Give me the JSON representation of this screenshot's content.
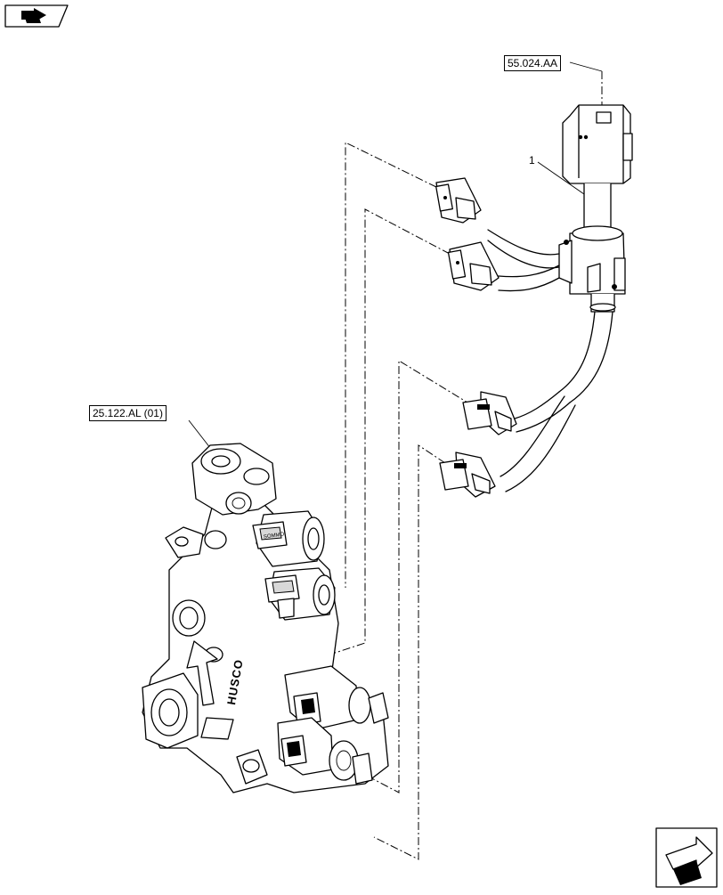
{
  "header_icon": {
    "name": "book-arrow-icon"
  },
  "references": {
    "harness_connector": "55.024.AA",
    "valve_assembly": "25.122.AL (01)"
  },
  "item_numbers": {
    "harness": "1"
  },
  "valve_body_marks": {
    "vertical_brand": "HUSCO",
    "coil_label": "SOMMO"
  },
  "nav_icon": {
    "name": "next-page-arrow-icon"
  }
}
